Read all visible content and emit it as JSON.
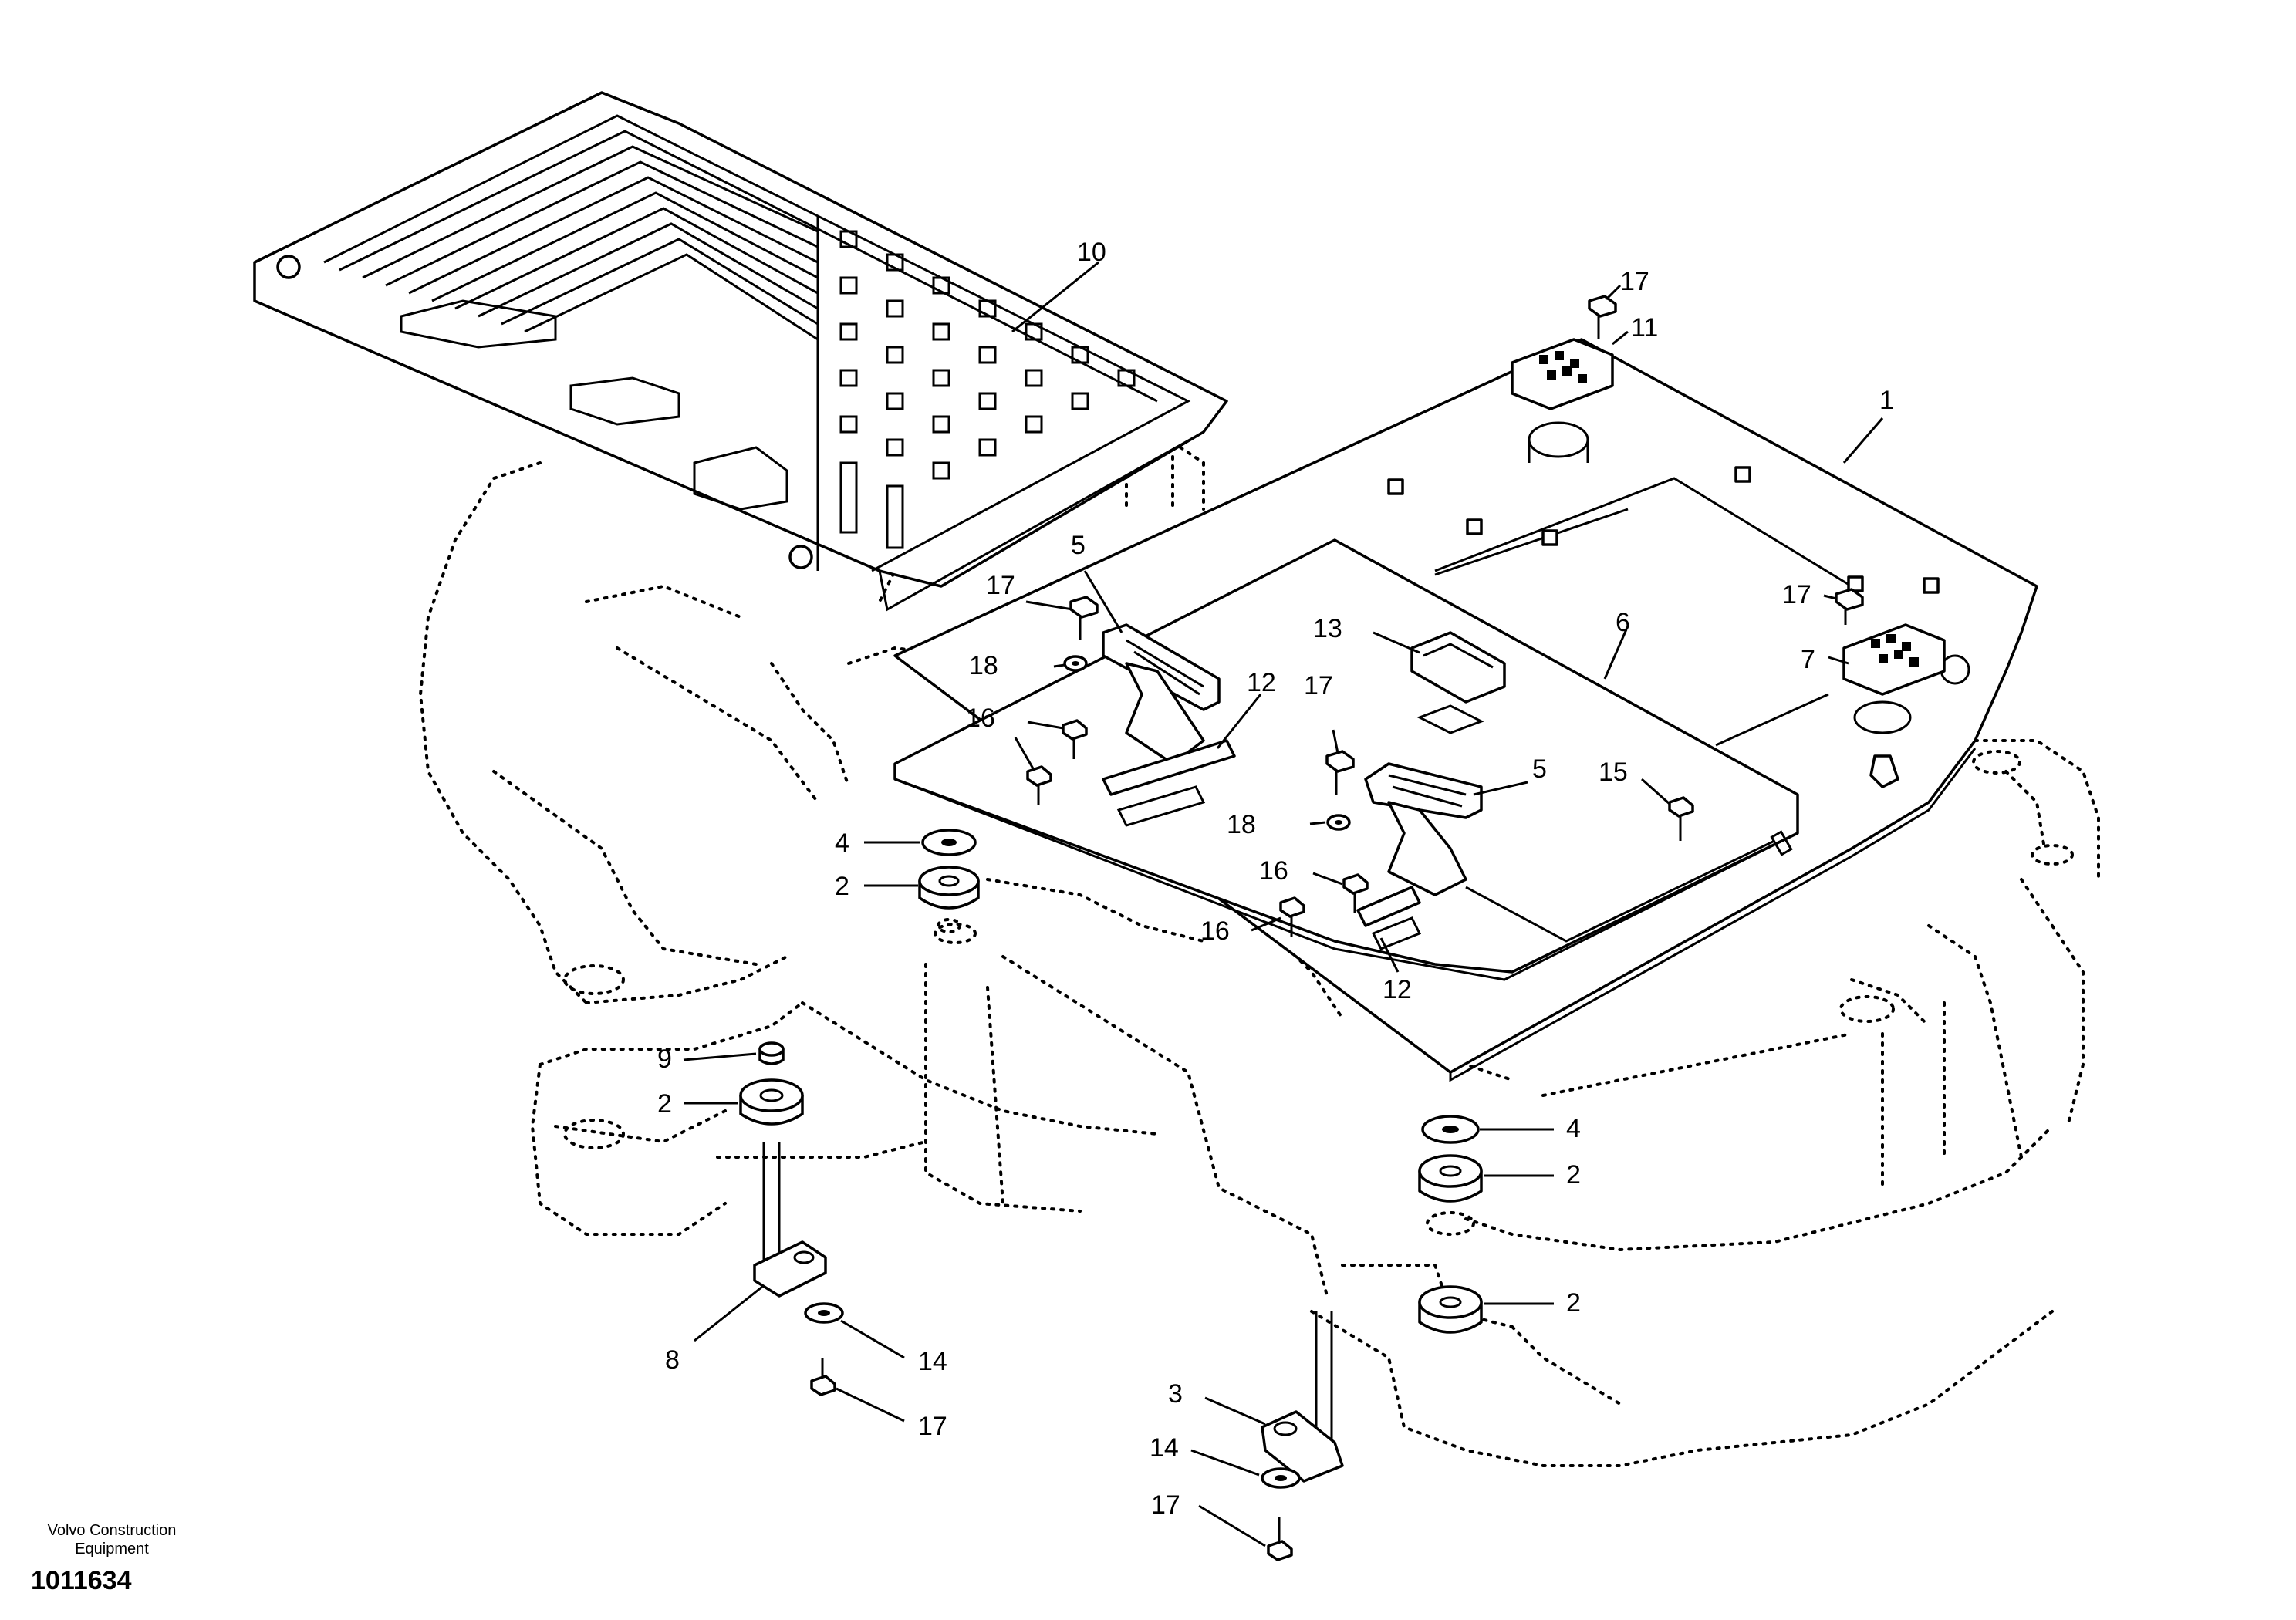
{
  "diagram": {
    "company": "Volvo Construction Equipment",
    "document_number": "1011634",
    "callouts": [
      {
        "id": "c10",
        "text": "10"
      },
      {
        "id": "c17a",
        "text": "17"
      },
      {
        "id": "c11",
        "text": "11"
      },
      {
        "id": "c1",
        "text": "1"
      },
      {
        "id": "c5a",
        "text": "5"
      },
      {
        "id": "c17b",
        "text": "17"
      },
      {
        "id": "c17c",
        "text": "17"
      },
      {
        "id": "c13",
        "text": "13"
      },
      {
        "id": "c6",
        "text": "6"
      },
      {
        "id": "c7",
        "text": "7"
      },
      {
        "id": "c18a",
        "text": "18"
      },
      {
        "id": "c12a",
        "text": "12"
      },
      {
        "id": "c17d",
        "text": "17"
      },
      {
        "id": "c16a",
        "text": "16"
      },
      {
        "id": "c5b",
        "text": "5"
      },
      {
        "id": "c15",
        "text": "15"
      },
      {
        "id": "c18b",
        "text": "18"
      },
      {
        "id": "c4a",
        "text": "4"
      },
      {
        "id": "c2a",
        "text": "2"
      },
      {
        "id": "c16b",
        "text": "16"
      },
      {
        "id": "c16c",
        "text": "16"
      },
      {
        "id": "c12b",
        "text": "12"
      },
      {
        "id": "c9",
        "text": "9"
      },
      {
        "id": "c2b",
        "text": "2"
      },
      {
        "id": "c4b",
        "text": "4"
      },
      {
        "id": "c2c",
        "text": "2"
      },
      {
        "id": "c2d",
        "text": "2"
      },
      {
        "id": "c8",
        "text": "8"
      },
      {
        "id": "c14a",
        "text": "14"
      },
      {
        "id": "c17e",
        "text": "17"
      },
      {
        "id": "c3",
        "text": "3"
      },
      {
        "id": "c14b",
        "text": "14"
      },
      {
        "id": "c17f",
        "text": "17"
      }
    ]
  }
}
